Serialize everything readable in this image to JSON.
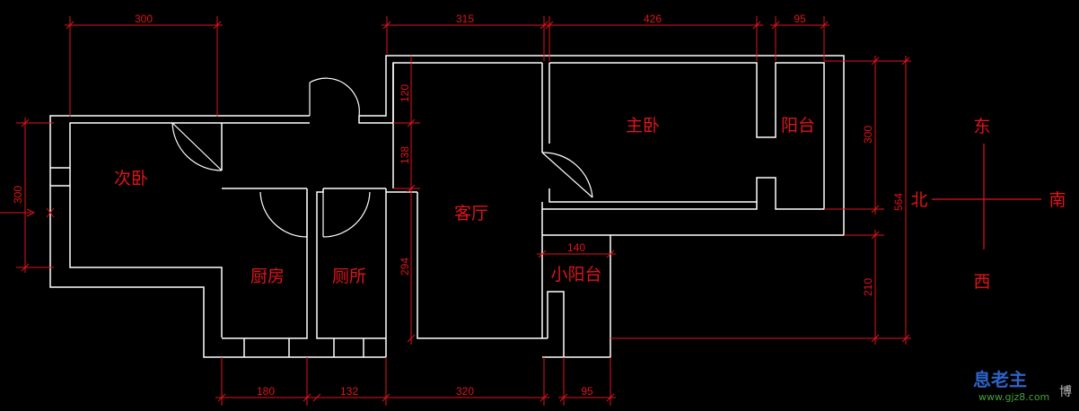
{
  "rooms": {
    "second_bedroom": "次卧",
    "master_bedroom": "主卧",
    "balcony": "阳台",
    "living_room": "客厅",
    "kitchen": "厨房",
    "toilet": "厕所",
    "small_balcony": "小阳台"
  },
  "dimensions": {
    "top_second_bedroom": "300",
    "top_living_room": "315",
    "top_master_bedroom": "426",
    "top_balcony": "95",
    "left_height": "300",
    "mid_120": "120",
    "mid_138": "138",
    "mid_294": "294",
    "right_300": "300",
    "right_210": "210",
    "right_total": "564",
    "small_balcony_width": "140",
    "bottom_kitchen": "180",
    "bottom_toilet": "132",
    "bottom_living": "320",
    "bottom_small_balcony": "95"
  },
  "compass": {
    "east": "东",
    "north": "北",
    "south": "南",
    "west": "西"
  },
  "watermark": {
    "logo": "息老主",
    "site": "www.gjz8.com",
    "suffix": "博"
  },
  "colors": {
    "background": "#000000",
    "walls": "#ffffff",
    "annotations": "#e0141c"
  }
}
